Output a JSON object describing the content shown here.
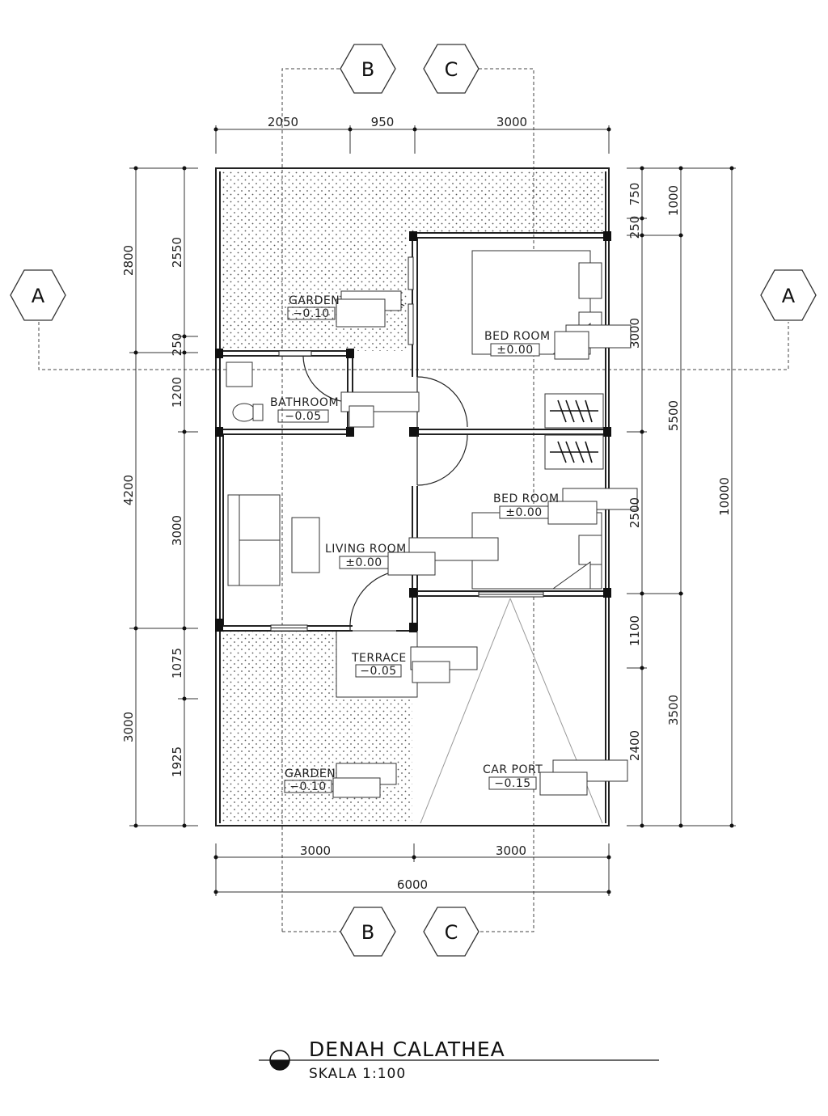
{
  "drawing": {
    "title": "DENAH CALATHEA",
    "scale": "SKALA 1:100"
  },
  "grid_axes": {
    "a": "A",
    "b": "B",
    "c": "C"
  },
  "rooms": {
    "garden_top": {
      "name": "GARDEN",
      "level": "−0.10"
    },
    "bathroom": {
      "name": "BATHROOM",
      "level": "−0.05"
    },
    "bed_room_1": {
      "name": "BED ROOM",
      "level": "±0.00"
    },
    "bed_room_2": {
      "name": "BED ROOM",
      "level": "±0.00"
    },
    "living_room": {
      "name": "LIVING ROOM",
      "level": "±0.00"
    },
    "terrace": {
      "name": "TERRACE",
      "level": "−0.05"
    },
    "garden_bottom": {
      "name": "GARDEN",
      "level": "−0.10"
    },
    "car_port": {
      "name": "CAR PORT",
      "level": "−0.15"
    }
  },
  "dimensions": {
    "top": [
      "2050",
      "950",
      "3000"
    ],
    "bottom_parts": [
      "3000",
      "3000"
    ],
    "bottom_total": "6000",
    "left_outer": [
      "2800",
      "4200",
      "3000"
    ],
    "left_inner": [
      "2550",
      "250",
      "1200",
      "3000",
      "1075",
      "1925"
    ],
    "right_inner": [
      "750",
      "250",
      "3000",
      "2500",
      "2400"
    ],
    "right_mid": [
      "1000",
      "5500",
      "1100",
      "3500"
    ],
    "right_total": "10000"
  }
}
